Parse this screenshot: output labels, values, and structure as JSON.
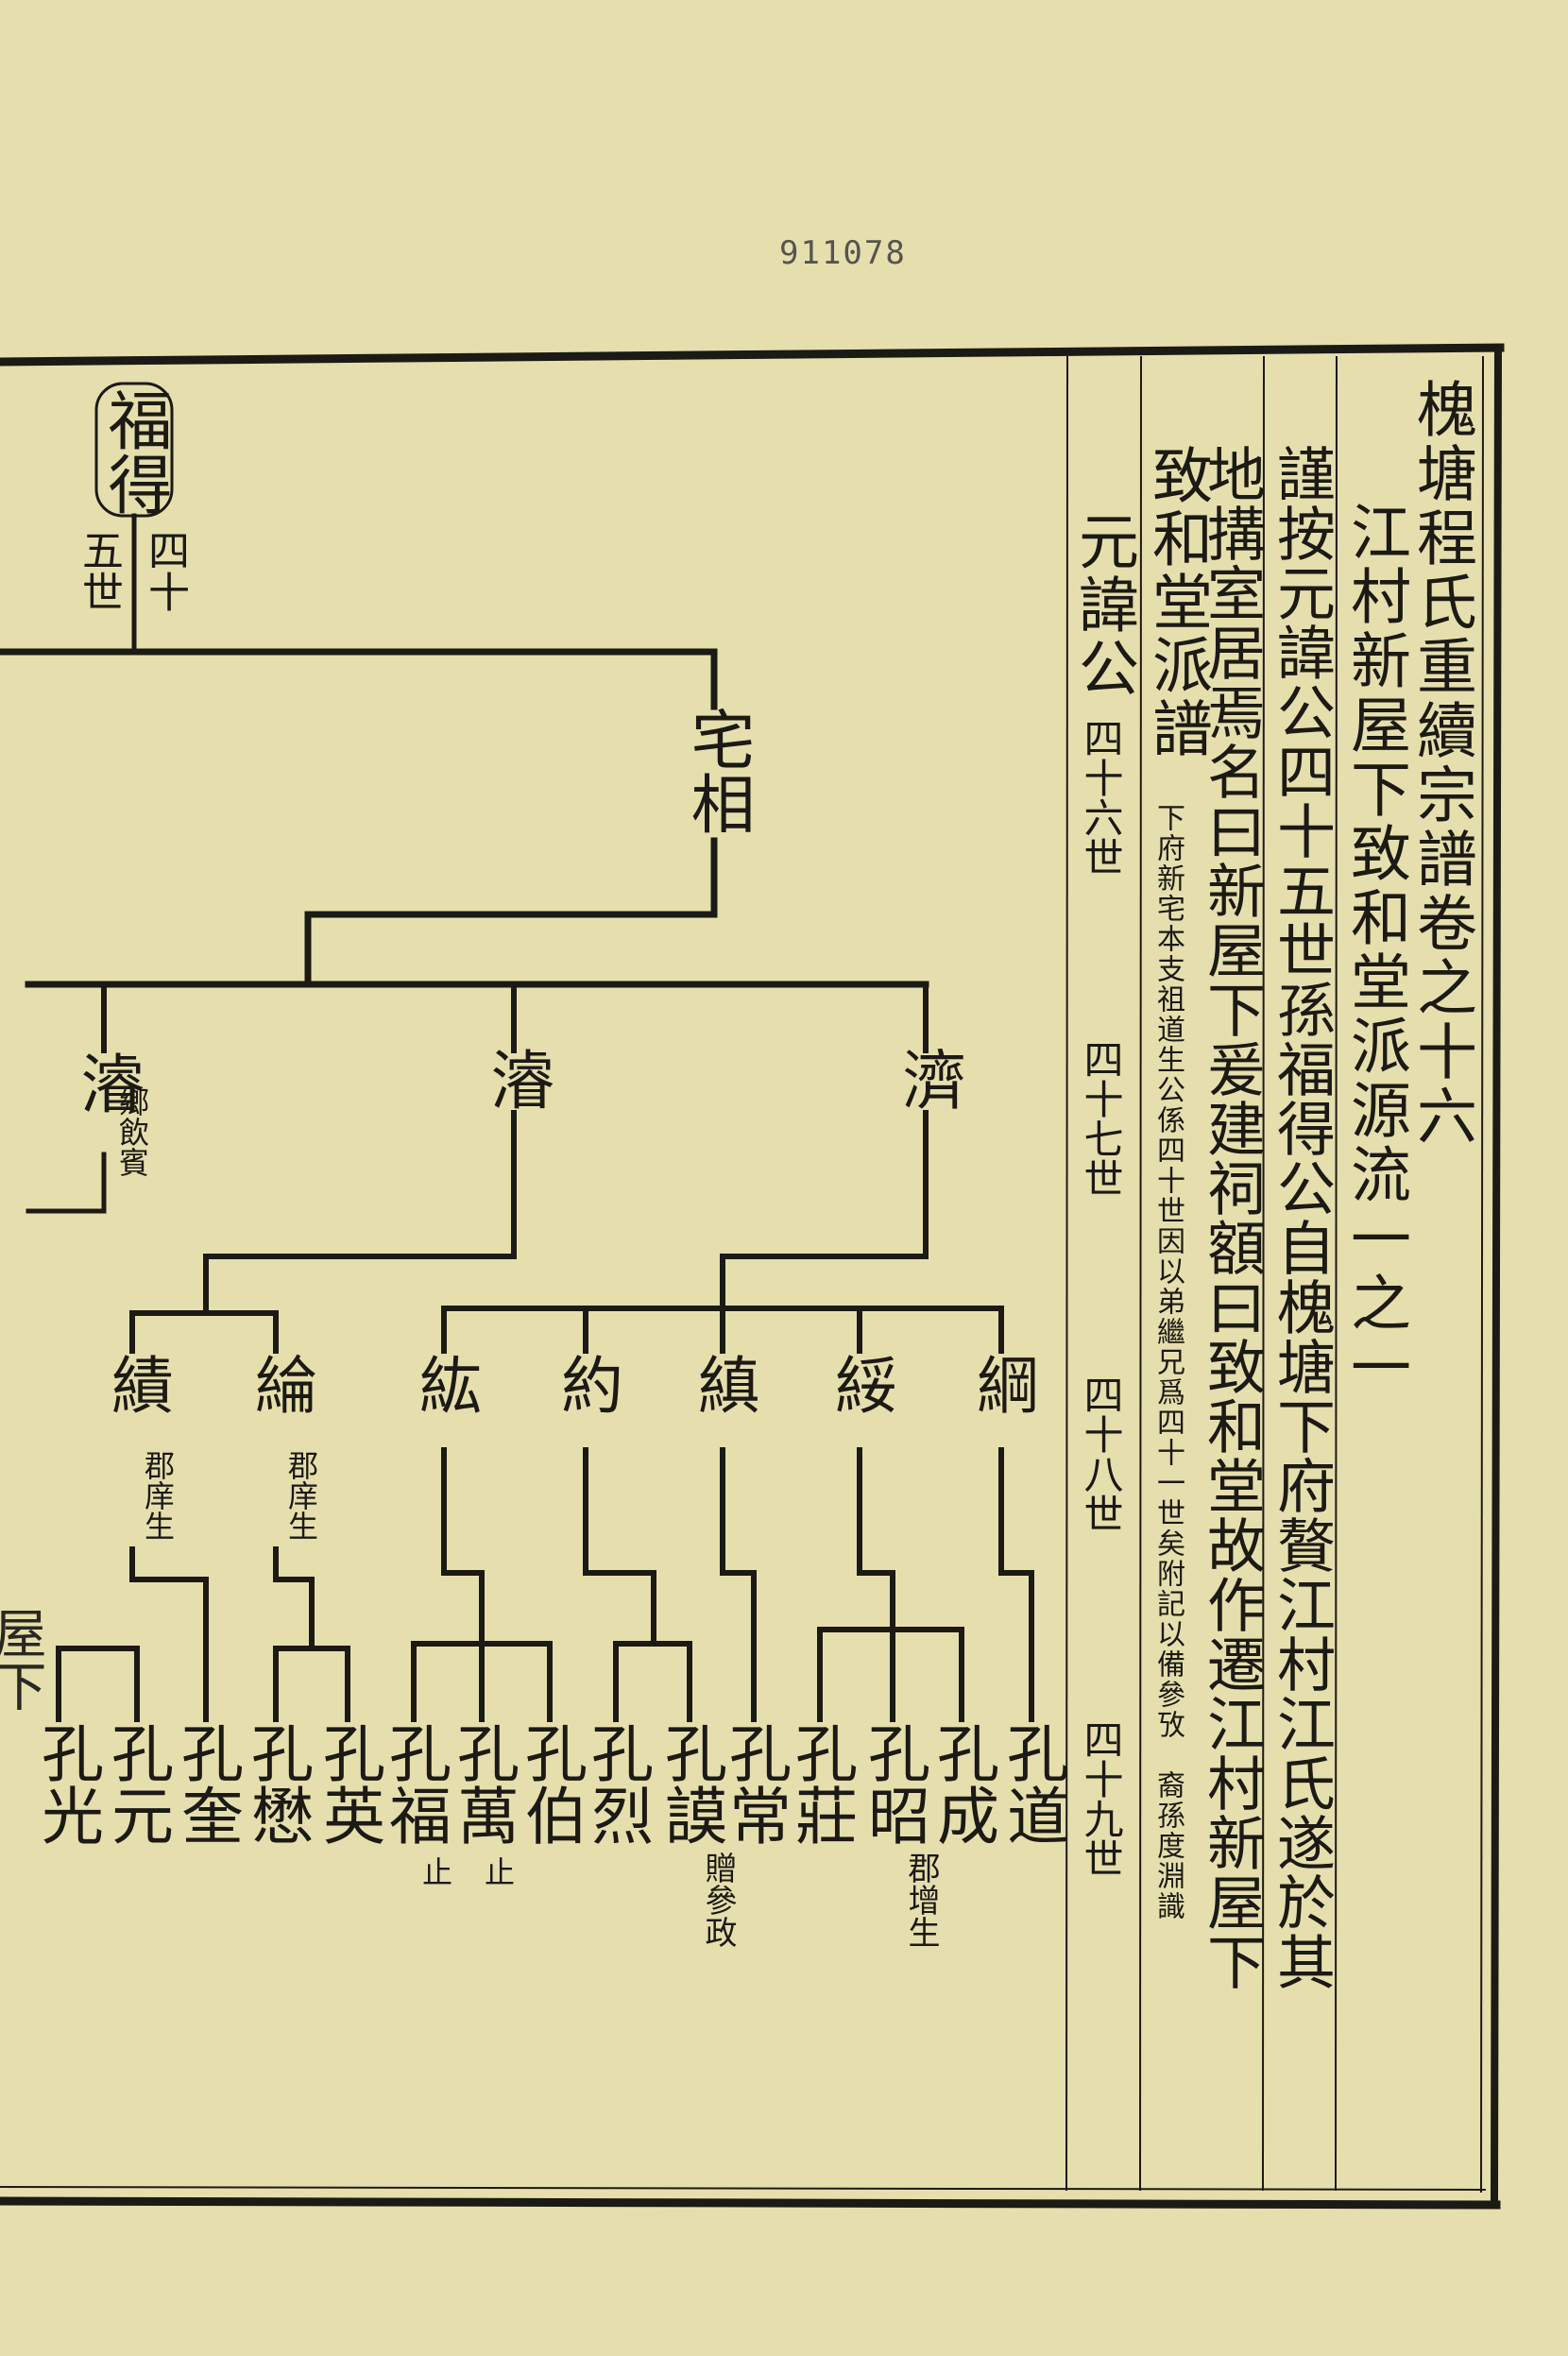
{
  "catalog_number": "911078",
  "header": {
    "title": "槐塘程氏重續宗譜卷之十六",
    "section": "江村新屋下致和堂派源流一之一"
  },
  "intro": {
    "line1": "謹按元諱公四十五世孫福得公自槐塘下府贅江村江氏遂於其",
    "line2": "地搆室居焉名曰新屋下爰建祠額曰致和堂故作遷江村新屋下",
    "line3_main": "致和堂派譜",
    "line3_note": "下府新宅本支祖道生公係四十世因以弟繼兄爲四十一世矣附記以備參攷　裔孫度淵識",
    "line4": "元諱公"
  },
  "generations": {
    "g46": "四十六世",
    "g47": "四十七世",
    "g48": "四十八世",
    "g49": "四十九世",
    "g45_a": "四十",
    "g45_b": "五世"
  },
  "tree": {
    "root": {
      "name": "福得"
    },
    "gen46": {
      "name": "宅相"
    },
    "gen47": [
      {
        "name": "濟"
      },
      {
        "name": "濬"
      },
      {
        "name": "濬",
        "note": "鄉飲賓"
      }
    ],
    "gen48": [
      {
        "name": "綱"
      },
      {
        "name": "綏"
      },
      {
        "name": "縝"
      },
      {
        "name": "約"
      },
      {
        "name": "紘"
      },
      {
        "name": "綸",
        "note": "郡庠生"
      },
      {
        "name": "績",
        "note": "郡庠生"
      }
    ],
    "gen49": [
      {
        "name": "孔道"
      },
      {
        "name": "孔成"
      },
      {
        "name": "孔昭",
        "note": "郡增生"
      },
      {
        "name": "孔莊"
      },
      {
        "name": "孔常"
      },
      {
        "name": "孔謨",
        "note": "贈參政"
      },
      {
        "name": "孔烈"
      },
      {
        "name": "孔伯"
      },
      {
        "name": "孔萬",
        "note": "止"
      },
      {
        "name": "孔福",
        "note": "止"
      },
      {
        "name": "孔英"
      },
      {
        "name": "孔懋"
      },
      {
        "name": "孔奎"
      },
      {
        "name": "孔元"
      },
      {
        "name": "孔光"
      }
    ]
  },
  "edge_fragment": "屋下"
}
